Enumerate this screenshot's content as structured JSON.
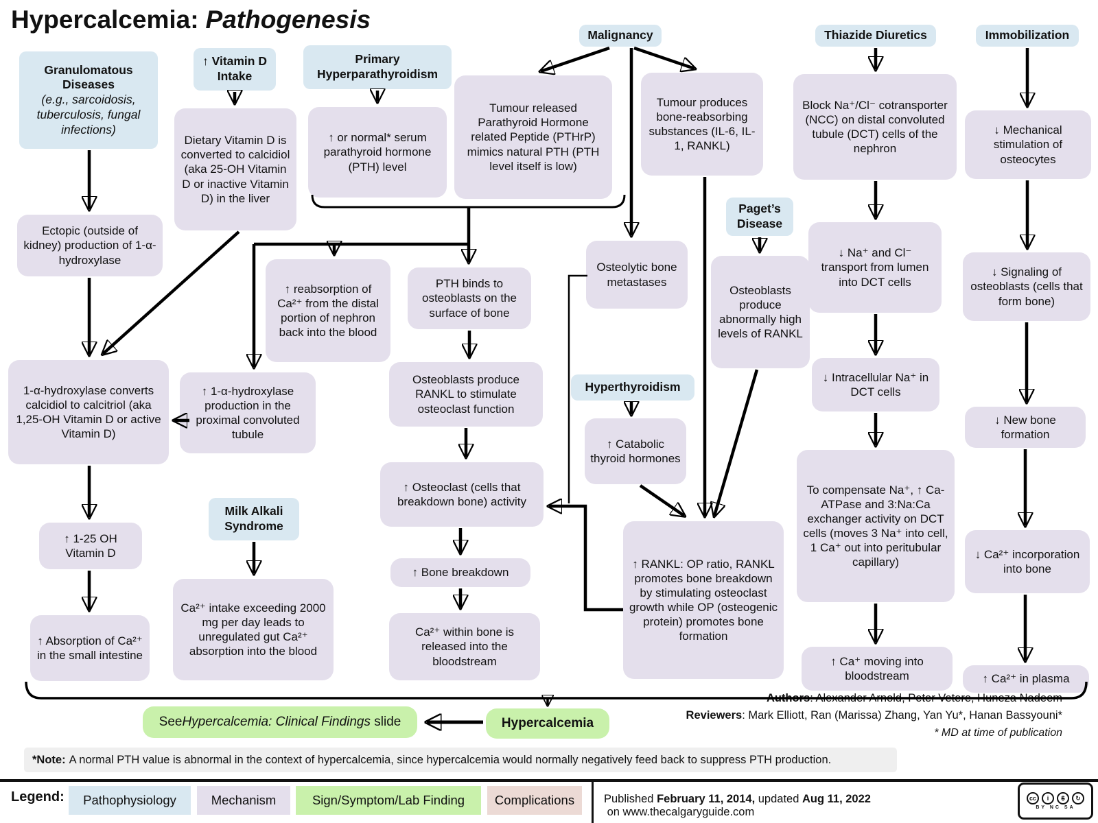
{
  "colors": {
    "pathophysiology": "#d9e8f1",
    "mechanism": "#e4dfec",
    "sign_symptom": "#c9f1ab",
    "complications": "#ecdad5",
    "note_background": "#efefef",
    "arrow": "#000000"
  },
  "title": {
    "main": "Hypercalcemia:",
    "emphasis": "Pathogenesis"
  },
  "headers": {
    "granulomatous_title": "Granulomatous Diseases",
    "granulomatous_sub": "(e.g., sarcoidosis, tuberculosis, fungal infections)",
    "vitamin_d": "↑ Vitamin D Intake",
    "primary_hyperparathyroidism": "Primary Hyperparathyroidism",
    "malignancy": "Malignancy",
    "thiazide": "Thiazide Diuretics",
    "immobilization": "Immobilization",
    "pagets": "Paget’s Disease",
    "hyperthyroidism": "Hyperthyroidism",
    "milk_alkali": "Milk Alkali Syndrome"
  },
  "nodes": {
    "ectopic": "Ectopic (outside of kidney) production of 1-α-hydroxylase",
    "converts": "1-α-hydroxylase converts calcidiol to calcitriol (aka 1,25-OH Vitamin D or active Vitamin D)",
    "oh_vitd": "↑ 1-25 OH Vitamin D",
    "absorption": "↑ Absorption of Ca²⁺ in the small intestine",
    "dietary": "Dietary Vitamin D is converted to calcidiol (aka 25-OH Vitamin D or inactive Vitamin D) in the liver",
    "prox_tubule": "↑ 1-α-hydroxylase production in the proximal convoluted tubule",
    "milk_box": "Ca²⁺ intake exceeding 2000 mg per day leads to unregulated gut Ca²⁺ absorption into the blood",
    "pth_level": "↑ or normal* serum parathyroid hormone (PTH) level",
    "reabsorption": "↑ reabsorption of Ca²⁺ from the distal portion of nephron back into the blood",
    "pth_binds": "PTH binds to osteoblasts on the surface of bone",
    "osteoblasts_rankl": "Osteoblasts produce RANKL to stimulate osteoclast function",
    "osteoclast_activity": "↑ Osteoclast (cells that breakdown bone) activity",
    "bone_breakdown": "↑ Bone breakdown",
    "ca_released": "Ca²⁺ within bone is released into the bloodstream",
    "tumour_pthrp": "Tumour released Parathyroid Hormone related Peptide (PTHrP) mimics natural PTH (PTH level itself is low)",
    "tumour_substances": "Tumour produces bone-reabsorbing substances (IL-6, IL-1, RANKL)",
    "osteolytic": "Osteolytic bone metastases",
    "catabolic": "↑ Catabolic thyroid hormones",
    "pagets_osteoblasts": "Osteoblasts produce abnormally high levels of RANKL",
    "rankl_op": "↑ RANKL: OP ratio, RANKL promotes bone breakdown by stimulating osteoclast growth while OP (osteogenic protein) promotes bone formation",
    "block_ncc": "Block Na⁺/Cl⁻ cotransporter (NCC) on distal convoluted tubule (DCT) cells of the nephron",
    "nacl_transport": "↓ Na⁺ and Cl⁻ transport from lumen into DCT cells",
    "intracellular": "↓ Intracellular Na⁺ in DCT cells",
    "compensate": "To compensate Na⁺, ↑ Ca-ATPase and 3:Na:Ca exchanger activity on DCT cells (moves 3 Na⁺ into cell, 1 Ca⁺ out into peritubular capillary)",
    "ca_moving": "↑ Ca⁺ moving into bloodstream",
    "mechanical": "↓ Mechanical stimulation of osteocytes",
    "signaling": "↓ Signaling of osteoblasts (cells that form bone)",
    "new_bone": "↓ New bone formation",
    "ca_incorporation": "↓ Ca²⁺ incorporation into bone",
    "ca_plasma": "↑ Ca²⁺ in plasma"
  },
  "outcome": {
    "hypercalcemia": "Hypercalcemia",
    "see_prefix": "See ",
    "see_italic": "Hypercalcemia: Clinical Findings",
    "see_suffix": " slide"
  },
  "note": {
    "label": "*Note:",
    "text": "A normal PTH value is abnormal in the context of hypercalcemia, since hypercalcemia would normally negatively feed back to suppress PTH production."
  },
  "credits": {
    "authors_label": "Authors",
    "authors": ": Alexander Arnold, Peter Vetere, Huneza Nadeem",
    "reviewers_label": "Reviewers",
    "reviewers": ": Mark Elliott, Ran (Marissa) Zhang, Yan Yu*, Hanan Bassyouni*",
    "md_note": "* MD at time of publication"
  },
  "legend": {
    "label": "Legend:",
    "items": [
      {
        "label": "Pathophysiology",
        "color": "#d9e8f1"
      },
      {
        "label": "Mechanism",
        "color": "#e4dfec"
      },
      {
        "label": "Sign/Symptom/Lab Finding",
        "color": "#c9f1ab"
      },
      {
        "label": "Complications",
        "color": "#ecdad5"
      }
    ]
  },
  "footer": {
    "published_prefix": "Published ",
    "published_date": "February 11, 2014,",
    "updated_word": " updated ",
    "updated_date": "Aug 11, 2022",
    "on_word": " on ",
    "site": "www.thecalgaryguide.com",
    "cc_letters": "BY NC SA"
  }
}
